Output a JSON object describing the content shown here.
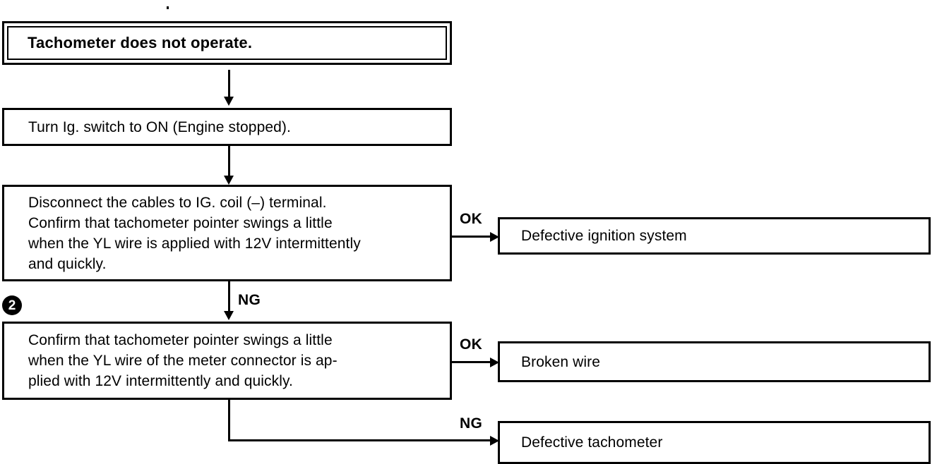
{
  "diagram": {
    "title": "Tachometer does not operate troubleshooting flowchart",
    "colors": {
      "ink": "#000000",
      "paper": "#ffffff"
    },
    "start": {
      "label": "Tachometer does not operate."
    },
    "steps": [
      {
        "id": "step-ig-switch",
        "label": "Turn Ig. switch to ON (Engine stopped)."
      },
      {
        "id": "step-disconnect-coil",
        "label": "Disconnect the cables to IG. coil (–) terminal.\nConfirm that tachometer pointer swings a little\nwhen the YL wire is applied with 12V intermittently\nand quickly."
      },
      {
        "id": "step-meter-connector",
        "marker": "2",
        "label": "Confirm that tachometer pointer swings a little\nwhen the YL wire of the meter connector is ap-\nplied with 12V intermittently and quickly."
      }
    ],
    "results": [
      {
        "id": "result-defective-ignition",
        "label": "Defective ignition system"
      },
      {
        "id": "result-broken-wire",
        "label": "Broken wire"
      },
      {
        "id": "result-defective-tachometer",
        "label": "Defective tachometer"
      }
    ],
    "branches": {
      "ok": "OK",
      "ng": "NG"
    }
  }
}
